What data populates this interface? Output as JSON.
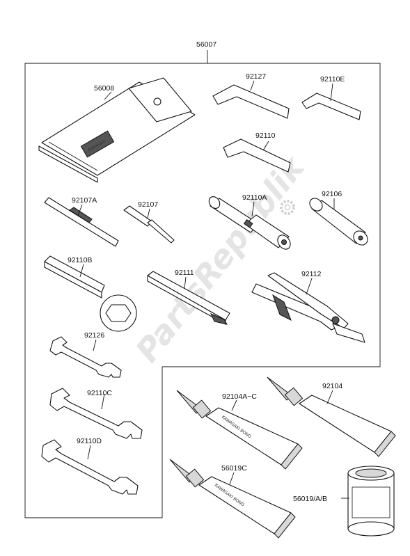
{
  "diagram": {
    "watermark": "PartsRepublik",
    "main_part": "56007",
    "parts": [
      {
        "id": "pouch",
        "label": "56008"
      },
      {
        "id": "hex-key-1",
        "label": "92127"
      },
      {
        "id": "hex-key-2",
        "label": "92110E"
      },
      {
        "id": "hex-key-3",
        "label": "92110"
      },
      {
        "id": "screwdriver-1",
        "label": "92107A"
      },
      {
        "id": "screwdriver-2",
        "label": "92107"
      },
      {
        "id": "spark-plug-wrench",
        "label": "92110A"
      },
      {
        "id": "socket",
        "label": "92106"
      },
      {
        "id": "ring-wrench",
        "label": "92110B"
      },
      {
        "id": "handle-bar",
        "label": "92111"
      },
      {
        "id": "pliers",
        "label": "92112"
      },
      {
        "id": "open-wrench-1",
        "label": "92126"
      },
      {
        "id": "open-wrench-2",
        "label": "92110C"
      },
      {
        "id": "open-wrench-3",
        "label": "92110D"
      },
      {
        "id": "bond-tube-1",
        "label": "92104A~C"
      },
      {
        "id": "bond-tube-2",
        "label": "92104"
      },
      {
        "id": "bond-tube-3",
        "label": "56019C"
      },
      {
        "id": "bond-can",
        "label": "56019/A/B"
      }
    ],
    "tube_print": "KAWASAKI BOND"
  }
}
